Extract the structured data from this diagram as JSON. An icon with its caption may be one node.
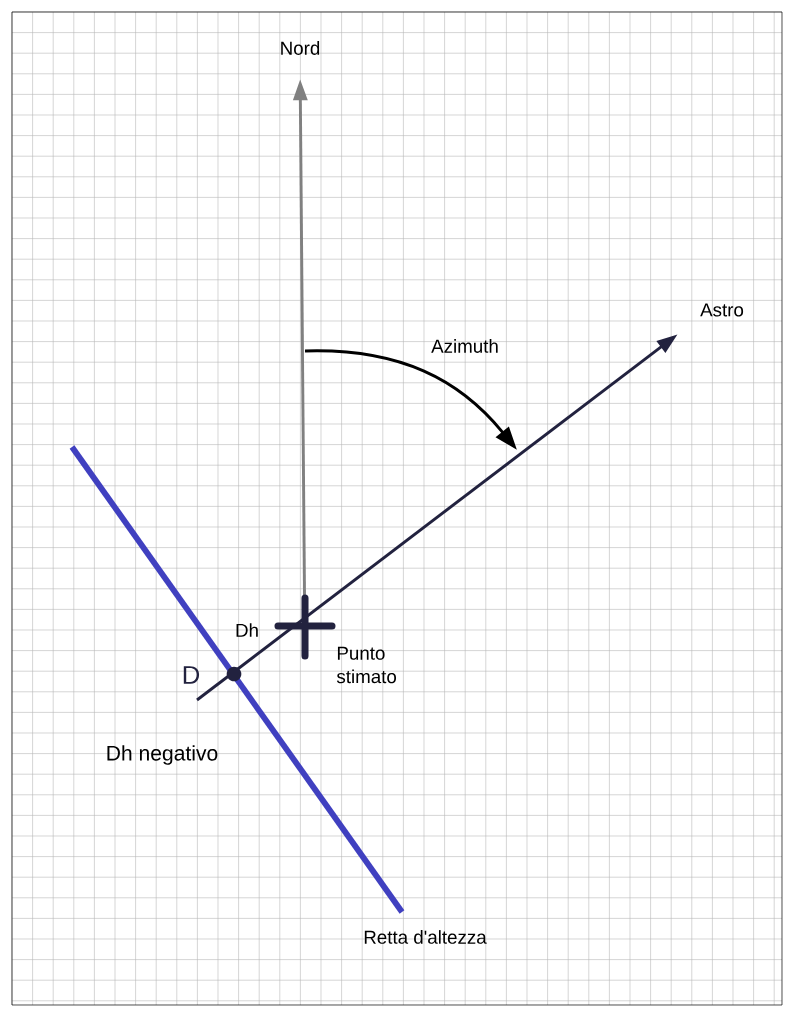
{
  "diagram": {
    "nodes": [
      {
        "text": [
          "Nord"
        ]
      },
      {
        "text": [
          "Astro"
        ]
      }
    ],
    "edges": [
      {
        "from": null,
        "to": 0,
        "arrow": "to",
        "color": "#808080"
      },
      {
        "from": null,
        "to": 1,
        "arrow": "to",
        "color": "#22223f"
      }
    ],
    "labels": [
      "Azimuth",
      "Dh",
      "D",
      "Punto stimato",
      "Dh negativo",
      "Retta d'altezza"
    ]
  }
}
